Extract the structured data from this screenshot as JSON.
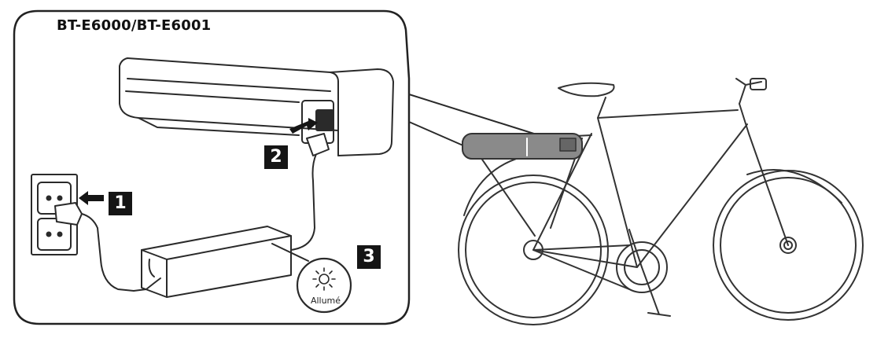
{
  "diagram": {
    "model_label": "BT-E6000/BT-E6001",
    "steps": [
      {
        "number": "1"
      },
      {
        "number": "2"
      },
      {
        "number": "3"
      }
    ],
    "indicator": {
      "label": "Allumé",
      "icon": "sun-icon"
    }
  },
  "colors": {
    "line": "#2a2a2a",
    "battery_highlight": "#8a8a8a",
    "badge": "#151515",
    "background": "#ffffff"
  }
}
